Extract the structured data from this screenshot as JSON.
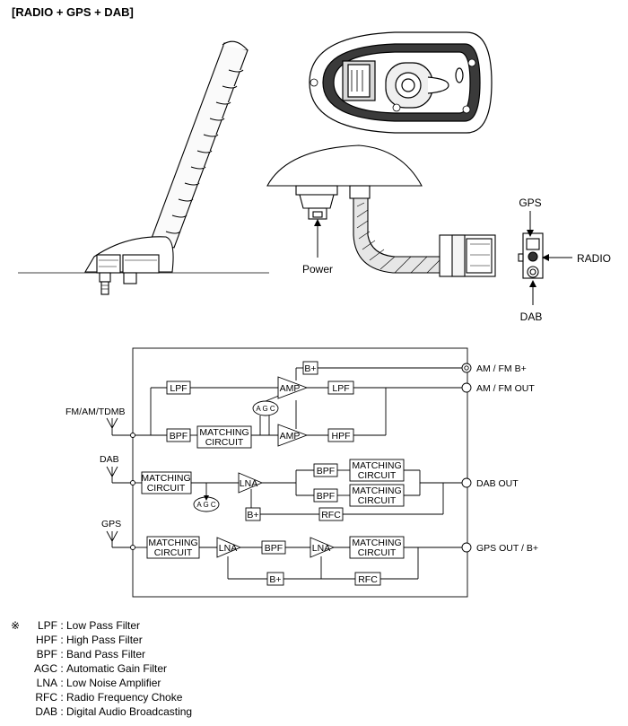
{
  "title": "[RADIO + GPS + DAB]",
  "illustration": {
    "power_label": "Power",
    "gps_label": "GPS",
    "radio_label": "RADIO",
    "dab_label": "DAB"
  },
  "schematic": {
    "inputs": {
      "fm": "FM/AM/TDMB",
      "dab": "DAB",
      "gps": "GPS"
    },
    "outputs": {
      "am_fm_bplus": "AM / FM  B+",
      "am_fm_out": "AM / FM OUT",
      "dab_out": "DAB OUT",
      "gps_out": "GPS OUT / B+"
    },
    "blocks": {
      "lpf": "LPF",
      "bpf": "BPF",
      "hpf": "HPF",
      "amp": "AMP",
      "lna": "LNA",
      "rfc": "RFC",
      "bplus": "B+",
      "agc": "A G C",
      "matching_line1": "MATCHING",
      "matching_line2": "CIRCUIT"
    }
  },
  "legend": {
    "mark": "※",
    "items": [
      {
        "abbr": "LPF",
        "text": "Low Pass Filter"
      },
      {
        "abbr": "HPF",
        "text": "High Pass Filter"
      },
      {
        "abbr": "BPF",
        "text": "Band Pass Filter"
      },
      {
        "abbr": "AGC",
        "text": "Automatic Gain Filter"
      },
      {
        "abbr": "LNA",
        "text": "Low Noise Amplifier"
      },
      {
        "abbr": "RFC",
        "text": "Radio Frequency Choke"
      },
      {
        "abbr": "DAB",
        "text": "Digital Audio Broadcasting"
      }
    ]
  }
}
